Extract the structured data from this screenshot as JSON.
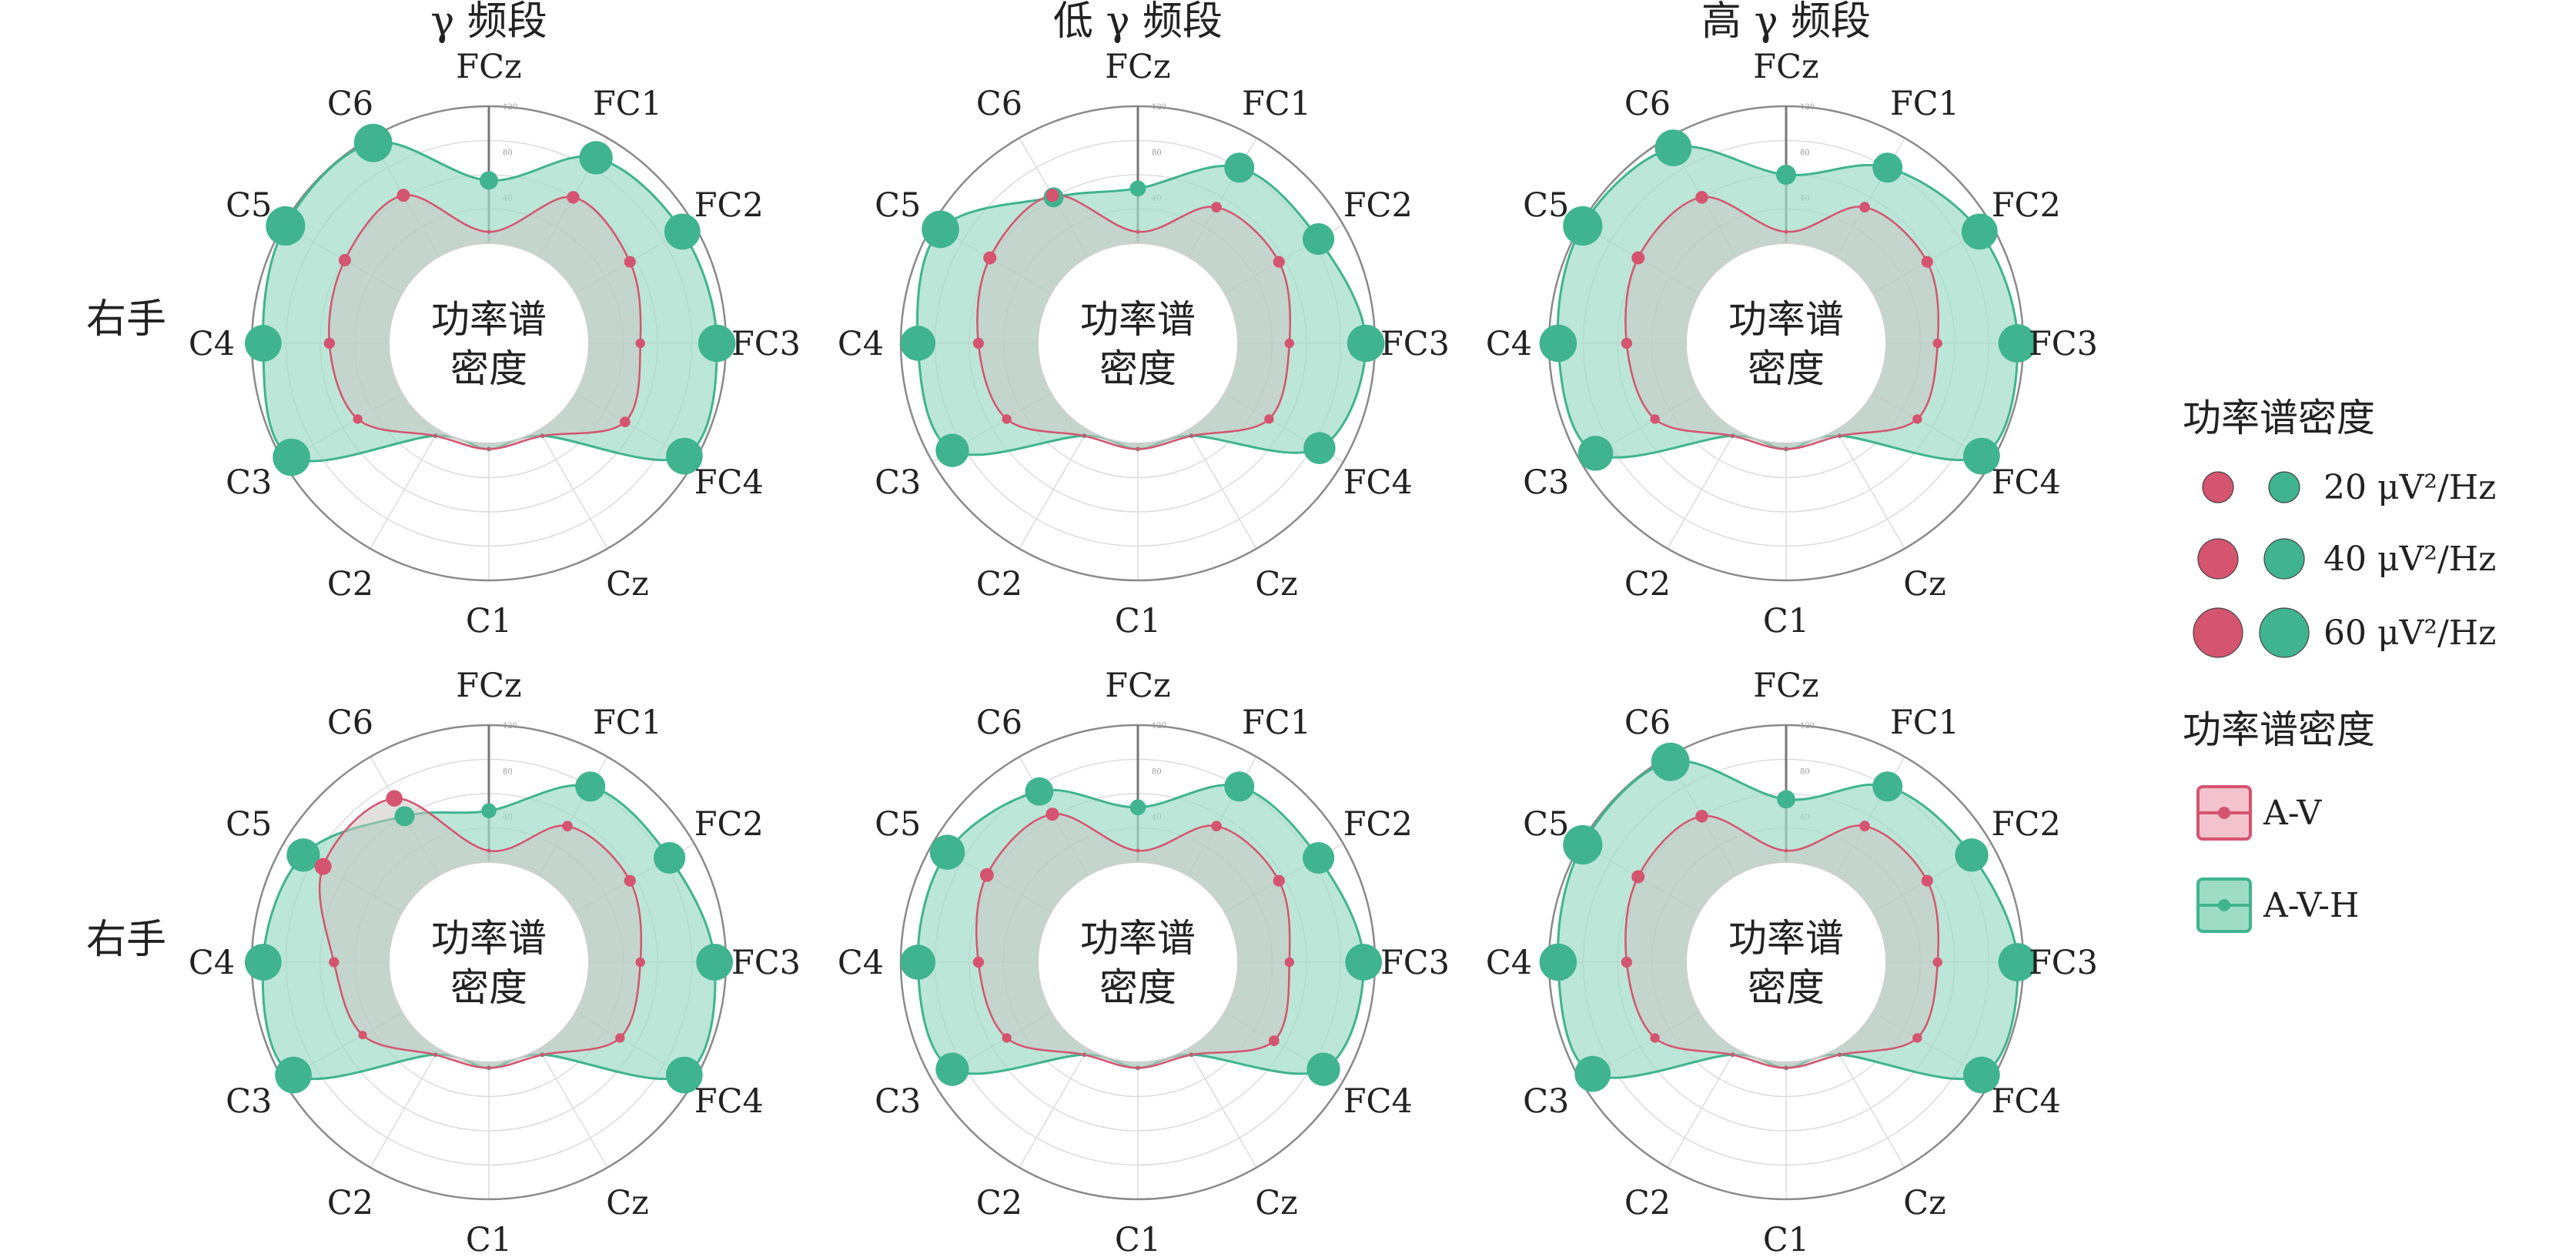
{
  "colors": {
    "av": "#d5546f",
    "avh": "#3fb48f",
    "av_fill": "#f3c3cd",
    "avh_fill": "#9fdcc6",
    "overlap": "#c9c7c2",
    "grid": "#dcdcdc",
    "ring": "#8a8a8a"
  },
  "column_titles": [
    "γ 频段",
    "低 γ 频段",
    "高 γ 频段"
  ],
  "row_labels": [
    "右手",
    "右手"
  ],
  "center_label": [
    "功率谱",
    "密度"
  ],
  "radial_ticks": [
    "120",
    "80",
    "40"
  ],
  "channels": [
    "FCz",
    "FC1",
    "FC2",
    "FC3",
    "FC4",
    "Cz",
    "C1",
    "C2",
    "C3",
    "C4",
    "C5",
    "C6"
  ],
  "legend": {
    "size_title": "功率谱密度",
    "sizes": [
      {
        "label": "20 μV²/Hz",
        "value": 20
      },
      {
        "label": "40 μV²/Hz",
        "value": 40
      },
      {
        "label": "60 μV²/Hz",
        "value": 60
      }
    ],
    "series_title": "功率谱密度",
    "series": [
      {
        "name": "A-V",
        "color": "#d5546f"
      },
      {
        "name": "A-V-H",
        "color": "#3fb48f"
      }
    ]
  },
  "chart_data": [
    {
      "type": "radar",
      "row": 0,
      "col": 0,
      "rmax": 120,
      "series": [
        {
          "name": "A-V",
          "values": [
            10,
            60,
            55,
            45,
            50,
            6,
            5,
            6,
            45,
            52,
            58,
            62
          ]
        },
        {
          "name": "A-V-H",
          "values": [
            55,
            100,
            108,
            112,
            110,
            6,
            5,
            6,
            112,
            110,
            118,
            115
          ]
        }
      ]
    },
    {
      "type": "radar",
      "row": 0,
      "col": 1,
      "rmax": 120,
      "series": [
        {
          "name": "A-V",
          "values": [
            10,
            50,
            55,
            45,
            45,
            6,
            5,
            6,
            45,
            52,
            62,
            62
          ]
        },
        {
          "name": "A-V-H",
          "values": [
            48,
            90,
            95,
            112,
            96,
            6,
            5,
            6,
            100,
            105,
            112,
            60
          ]
        }
      ]
    },
    {
      "type": "radar",
      "row": 0,
      "col": 2,
      "rmax": 120,
      "series": [
        {
          "name": "A-V",
          "values": [
            10,
            50,
            55,
            45,
            45,
            6,
            5,
            6,
            45,
            52,
            62,
            60
          ]
        },
        {
          "name": "A-V-H",
          "values": [
            60,
            90,
            108,
            115,
            110,
            6,
            5,
            6,
            105,
            112,
            118,
            110
          ]
        }
      ]
    },
    {
      "type": "radar",
      "row": 1,
      "col": 0,
      "rmax": 120,
      "series": [
        {
          "name": "A-V",
          "values": [
            10,
            50,
            55,
            45,
            45,
            6,
            5,
            6,
            40,
            48,
            80,
            78
          ]
        },
        {
          "name": "A-V-H",
          "values": [
            45,
            90,
            95,
            110,
            110,
            6,
            5,
            6,
            110,
            110,
            100,
            60
          ]
        }
      ]
    },
    {
      "type": "radar",
      "row": 1,
      "col": 1,
      "rmax": 120,
      "series": [
        {
          "name": "A-V",
          "values": [
            10,
            50,
            55,
            45,
            50,
            6,
            5,
            6,
            45,
            52,
            65,
            62
          ]
        },
        {
          "name": "A-V-H",
          "values": [
            48,
            90,
            95,
            110,
            100,
            6,
            5,
            6,
            100,
            105,
            105,
            85
          ]
        }
      ]
    },
    {
      "type": "radar",
      "row": 1,
      "col": 2,
      "rmax": 120,
      "series": [
        {
          "name": "A-V",
          "values": [
            10,
            50,
            55,
            45,
            45,
            6,
            5,
            6,
            45,
            52,
            62,
            60
          ]
        },
        {
          "name": "A-V-H",
          "values": [
            55,
            90,
            100,
            115,
            110,
            6,
            5,
            6,
            108,
            112,
            118,
            115
          ]
        }
      ]
    }
  ]
}
